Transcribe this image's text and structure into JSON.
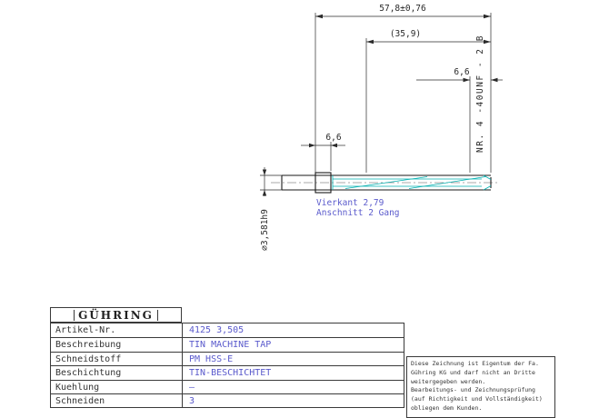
{
  "colors": {
    "annotation_blue": "#5a5acc",
    "thread_teal": "#00b0b0",
    "line_black": "#2a2a2a"
  },
  "drawing": {
    "dim_total": "57,8±0,76",
    "dim_inner": "(35,9)",
    "dim_tip": "6,6",
    "dim_square": "6,6",
    "thread_label": "NR. 4  -40UNF - 2 B",
    "diameter_label": "⌀3,581h9",
    "note_line1": "Vierkant 2,79",
    "note_line2": "Anschnitt 2 Gang"
  },
  "logo": {
    "text": "GÜHRING"
  },
  "table": {
    "rows": [
      {
        "label": "Artikel-Nr.",
        "value": "4125 3,505"
      },
      {
        "label": "Beschreibung",
        "value": "TIN MACHINE TAP"
      },
      {
        "label": "Schneidstoff",
        "value": "PM HSS-E"
      },
      {
        "label": "Beschichtung",
        "value": "TIN-BESCHICHTET"
      },
      {
        "label": "Kuehlung",
        "value": "–"
      },
      {
        "label": "Schneiden",
        "value": "3"
      }
    ]
  },
  "disclaimer": {
    "text": "Diese Zeichnung ist Eigentum der Fa.\nGühring KG und darf nicht an Dritte\nweitergegeben werden.\nBearbeitungs- und Zeichnungsprüfung\n(auf Richtigkeit und Vollständigkeit)\nobliegen dem Kunden."
  }
}
